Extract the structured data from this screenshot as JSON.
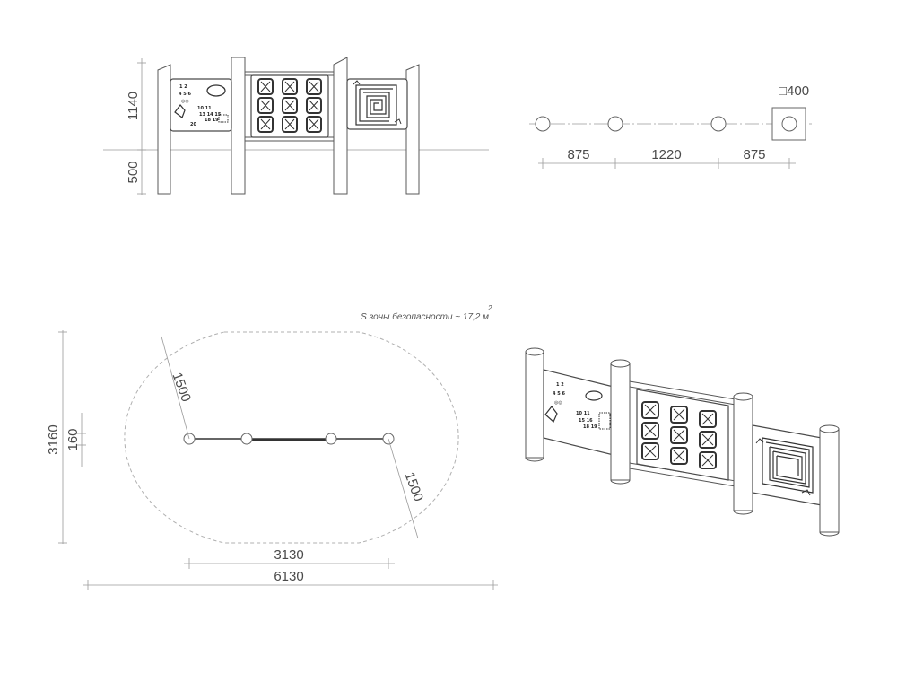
{
  "front_view": {
    "height_above": "1140",
    "height_below": "500"
  },
  "top_view": {
    "post_size": "□400",
    "spacing_left": "875",
    "spacing_middle": "1220",
    "spacing_right": "875"
  },
  "plan_view": {
    "area_note": "S зоны безопасности ~ 17,2 м",
    "area_superscript": "2",
    "radius_left": "1500",
    "radius_right": "1500",
    "inner_length": "3130",
    "total_length": "6130",
    "total_width": "3160",
    "equipment_width": "160"
  }
}
